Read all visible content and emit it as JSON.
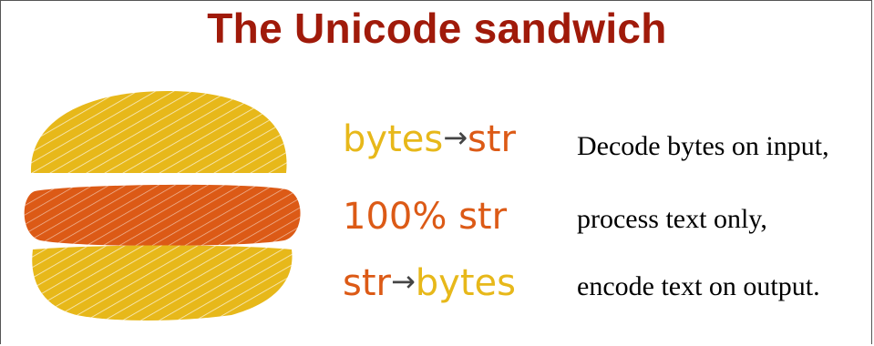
{
  "title": "The Unicode sandwich",
  "rows": [
    {
      "left": "bytes",
      "arrow": "→",
      "right": "str",
      "description": "Decode bytes on input,"
    },
    {
      "text": "100% str",
      "description": "process text only,"
    },
    {
      "left": "str",
      "arrow": "→",
      "right": "bytes",
      "description": "encode text on output."
    }
  ],
  "colors": {
    "title": "#a01a0a",
    "bun": "#e7b81a",
    "filling": "#dc5a16",
    "arrow": "#444444"
  },
  "icons": [
    "top-bun-icon",
    "filling-icon",
    "bottom-bun-icon",
    "arrow-right-icon"
  ]
}
